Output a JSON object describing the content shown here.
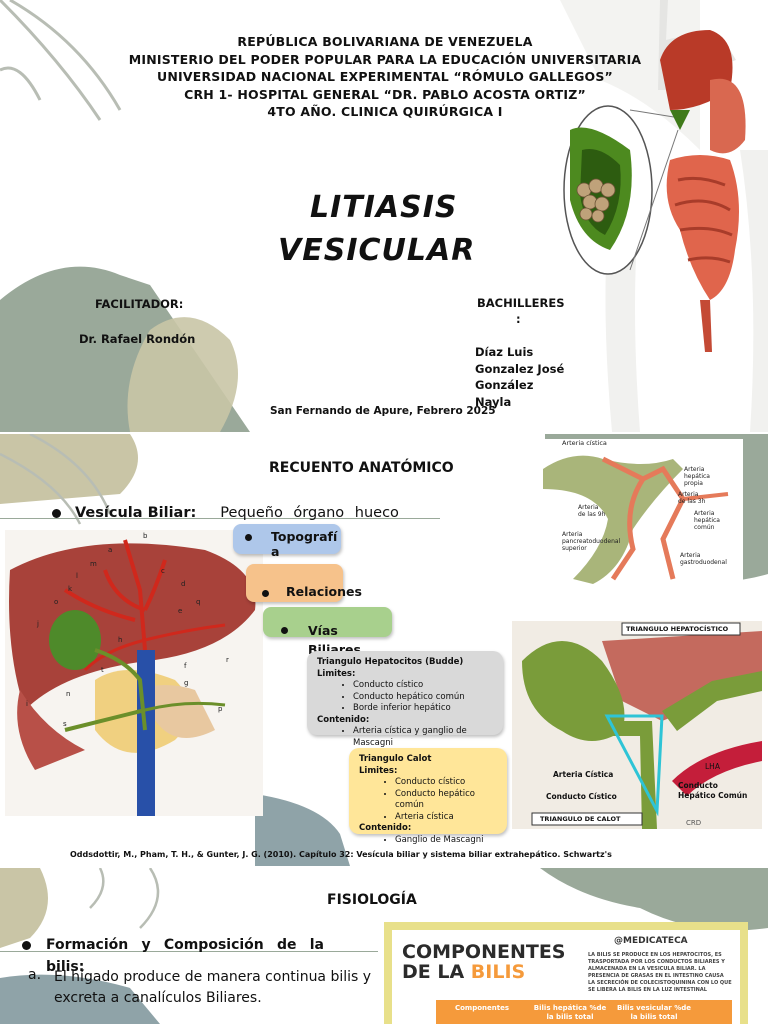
{
  "slide1": {
    "header": [
      "REPÚBLICA BOLIVARIANA DE VENEZUELA",
      "MINISTERIO DEL PODER POPULAR PARA LA EDUCACIÓN UNIVERSITARIA",
      "UNIVERSIDAD NACIONAL EXPERIMENTAL “RÓMULO GALLEGOS”",
      "CRH 1- HOSPITAL GENERAL “DR. PABLO ACOSTA ORTIZ”",
      "4TO AÑO. CLINICA QUIRÚRGICA I"
    ],
    "title_line1": "LITIASIS",
    "title_line2": "VESICULAR",
    "facilitador_label": "FACILITADOR:",
    "facilitador_name": "Dr. Rafael Rondón",
    "bachilleres_label": "BACHILLERES",
    "bachilleres_colon": ":",
    "students": [
      "Díaz Luis",
      "Gonzalez José",
      "González",
      "Nayla"
    ],
    "place_date": "San Fernando de Apure, Febrero 2025"
  },
  "slide2": {
    "heading": "RECUENTO ANATÓMICO",
    "bullet_term": "Vesícula Biliar:",
    "bullet_desc": "Pequeño órgano hueco",
    "pills": [
      "Topografí a",
      "Relaciones",
      "Vías Biliares"
    ],
    "budde_box": {
      "title": "Triangulo  Hepatocitos (Budde)",
      "limits_label": "Limites:",
      "limits": [
        "Conducto cístico",
        "Conducto hepático común",
        "Borde inferior hepático"
      ],
      "content_label": "Contenido:",
      "content": [
        "Arteria cística y ganglio de Mascagni"
      ]
    },
    "calot_box": {
      "title": "Triangulo  Calot",
      "limits_label": "Limites:",
      "limits": [
        "Conducto cístico",
        "Conducto hepático común",
        "Arteria cística"
      ],
      "content_label": "Contenido:",
      "content": [
        "Ganglio de Mascagni"
      ]
    },
    "artery_labels": {
      "a1": "Arteria cística",
      "a2": "Arteria hepática propia",
      "a3": "Arteria de las 3h",
      "a4": "Arteria de las 9h",
      "a5": "Arteria hepática común",
      "a6": "Arteria pancreatoduodenal superior",
      "a7": "Arteria gastroduodenal"
    },
    "triangle_labels": {
      "top": "TRIANGULO HEPATOCÍSTICO",
      "bottom": "TRIANGULO DE CALOT",
      "arteria": "Arteria Cística",
      "conducto": "Conducto Cístico",
      "hepatico": "Conducto Hepático Común",
      "lha": "LHA",
      "crd": "CRD"
    },
    "anatomy_letters": [
      "b",
      "a",
      "m",
      "l",
      "k",
      "o",
      "j",
      "i",
      "n",
      "s",
      "e",
      "d",
      "c",
      "q",
      "h",
      "f",
      "r",
      "t",
      "g",
      "p"
    ],
    "citation": "Oddsdottir, M., Pham, T. H., & Gunter, J. G. (2010). Capítulo 32: Vesícula biliar y sistema biliar extrahepático.  Schwartz's"
  },
  "slide3": {
    "heading": "FISIOLOGÍA",
    "bullet_title": "Formación  y  Composición  de  la bilis:",
    "item_a_marker": "a.",
    "item_a_text": "El hígado produce de manera continua bilis y excreta a canalículos Biliares.",
    "infographic": {
      "title_line1": "COMPONENTES",
      "title_line2_prefix": "DE LA ",
      "title_line2_accent": "BILIS",
      "handle": "@MEDICATECA",
      "description": "LA BILIS SE PRODUCE EN LOS HEPATOCITOS, ES TRASPORTADA POR LOS CONDUCTOS BILIARES Y ALMACENADA EN LA VESICULA BILIAR. LA PRESENCIA DE GRASAS EN EL INTESTINO CAUSA LA SECRECIÓN DE COLECISTOQUININA CON LO QUE SE LIBERA LA BILIS EN LA LUZ INTESTINAL",
      "col1": "Componentes",
      "col2": "Bilis hepática %de la bilis total",
      "col3": "Bilis vesicular %de la bilis total"
    }
  },
  "colors": {
    "sage": "#9aa99a",
    "olive": "#c9c5a6",
    "teal": "#8fa3a8",
    "pill_blue": "#aec7ea",
    "pill_orange": "#f6c28b",
    "pill_green": "#a8d08d",
    "box_gray": "#d9d9d9",
    "box_yellow": "#ffe699",
    "infographic_orange": "#f59a3b",
    "infographic_border": "#e8e08a"
  }
}
